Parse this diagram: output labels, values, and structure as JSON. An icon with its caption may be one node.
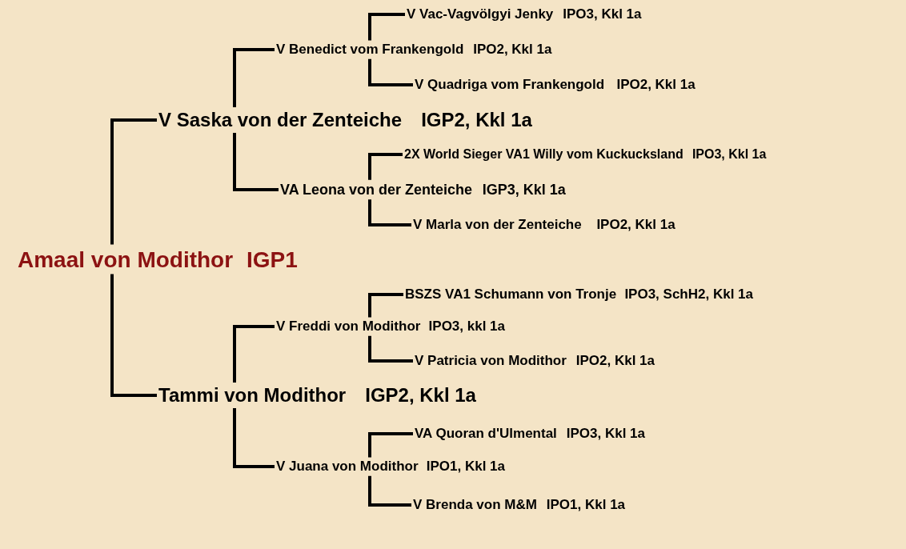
{
  "diagram": {
    "nodes": [
      {
        "text": [
          "V Vac-Vagvölgyi Jenky",
          "IPO3, Kkl 1a"
        ]
      },
      {
        "text": [
          "V Benedict vom Frankengold",
          "IPO2, Kkl 1a"
        ]
      },
      {
        "text": [
          "V Quadriga vom Frankengold",
          "IPO2, Kkl 1a"
        ]
      },
      {
        "text": [
          "V Saska von der Zenteiche",
          "IGP2, Kkl 1a"
        ]
      },
      {
        "text": [
          "2X World Sieger VA1 Willy vom Kuckucksland",
          "IPO3, Kkl 1a"
        ]
      },
      {
        "text": [
          "VA Leona von der Zenteiche",
          "IGP3, Kkl 1a"
        ]
      },
      {
        "text": [
          "V Marla von der Zenteiche",
          "IPO2, Kkl 1a"
        ]
      },
      {
        "text": [
          "Amaal von Modithor",
          "IGP1"
        ]
      },
      {
        "text": [
          "BSZS VA1 Schumann von Tronje",
          "IPO3, SchH2, Kkl 1a"
        ]
      },
      {
        "text": [
          "V Freddi von Modithor",
          "IPO3, kkl 1a"
        ]
      },
      {
        "text": [
          "V Patricia von Modithor",
          "IPO2, Kkl 1a"
        ]
      },
      {
        "text": [
          "Tammi von Modithor",
          "IGP2, Kkl 1a"
        ]
      },
      {
        "text": [
          "VA Quoran d'Ulmental",
          "IPO3, Kkl 1a"
        ]
      },
      {
        "text": [
          "V Juana von Modithor",
          "IPO1, Kkl 1a"
        ]
      },
      {
        "text": [
          "V Brenda von M&M",
          "IPO1, Kkl 1a"
        ]
      }
    ],
    "edges": [
      {
        "from": 7,
        "to": 3,
        "arrow": "none"
      },
      {
        "from": 7,
        "to": 11,
        "arrow": "none"
      },
      {
        "from": 3,
        "to": 1,
        "arrow": "none"
      },
      {
        "from": 3,
        "to": 5,
        "arrow": "none"
      },
      {
        "from": 1,
        "to": 0,
        "arrow": "none"
      },
      {
        "from": 1,
        "to": 2,
        "arrow": "none"
      },
      {
        "from": 5,
        "to": 4,
        "arrow": "none"
      },
      {
        "from": 5,
        "to": 6,
        "arrow": "none"
      },
      {
        "from": 11,
        "to": 9,
        "arrow": "none"
      },
      {
        "from": 11,
        "to": 13,
        "arrow": "none"
      },
      {
        "from": 9,
        "to": 8,
        "arrow": "none"
      },
      {
        "from": 9,
        "to": 10,
        "arrow": "none"
      },
      {
        "from": 13,
        "to": 12,
        "arrow": "none"
      },
      {
        "from": 13,
        "to": 14,
        "arrow": "none"
      }
    ]
  }
}
